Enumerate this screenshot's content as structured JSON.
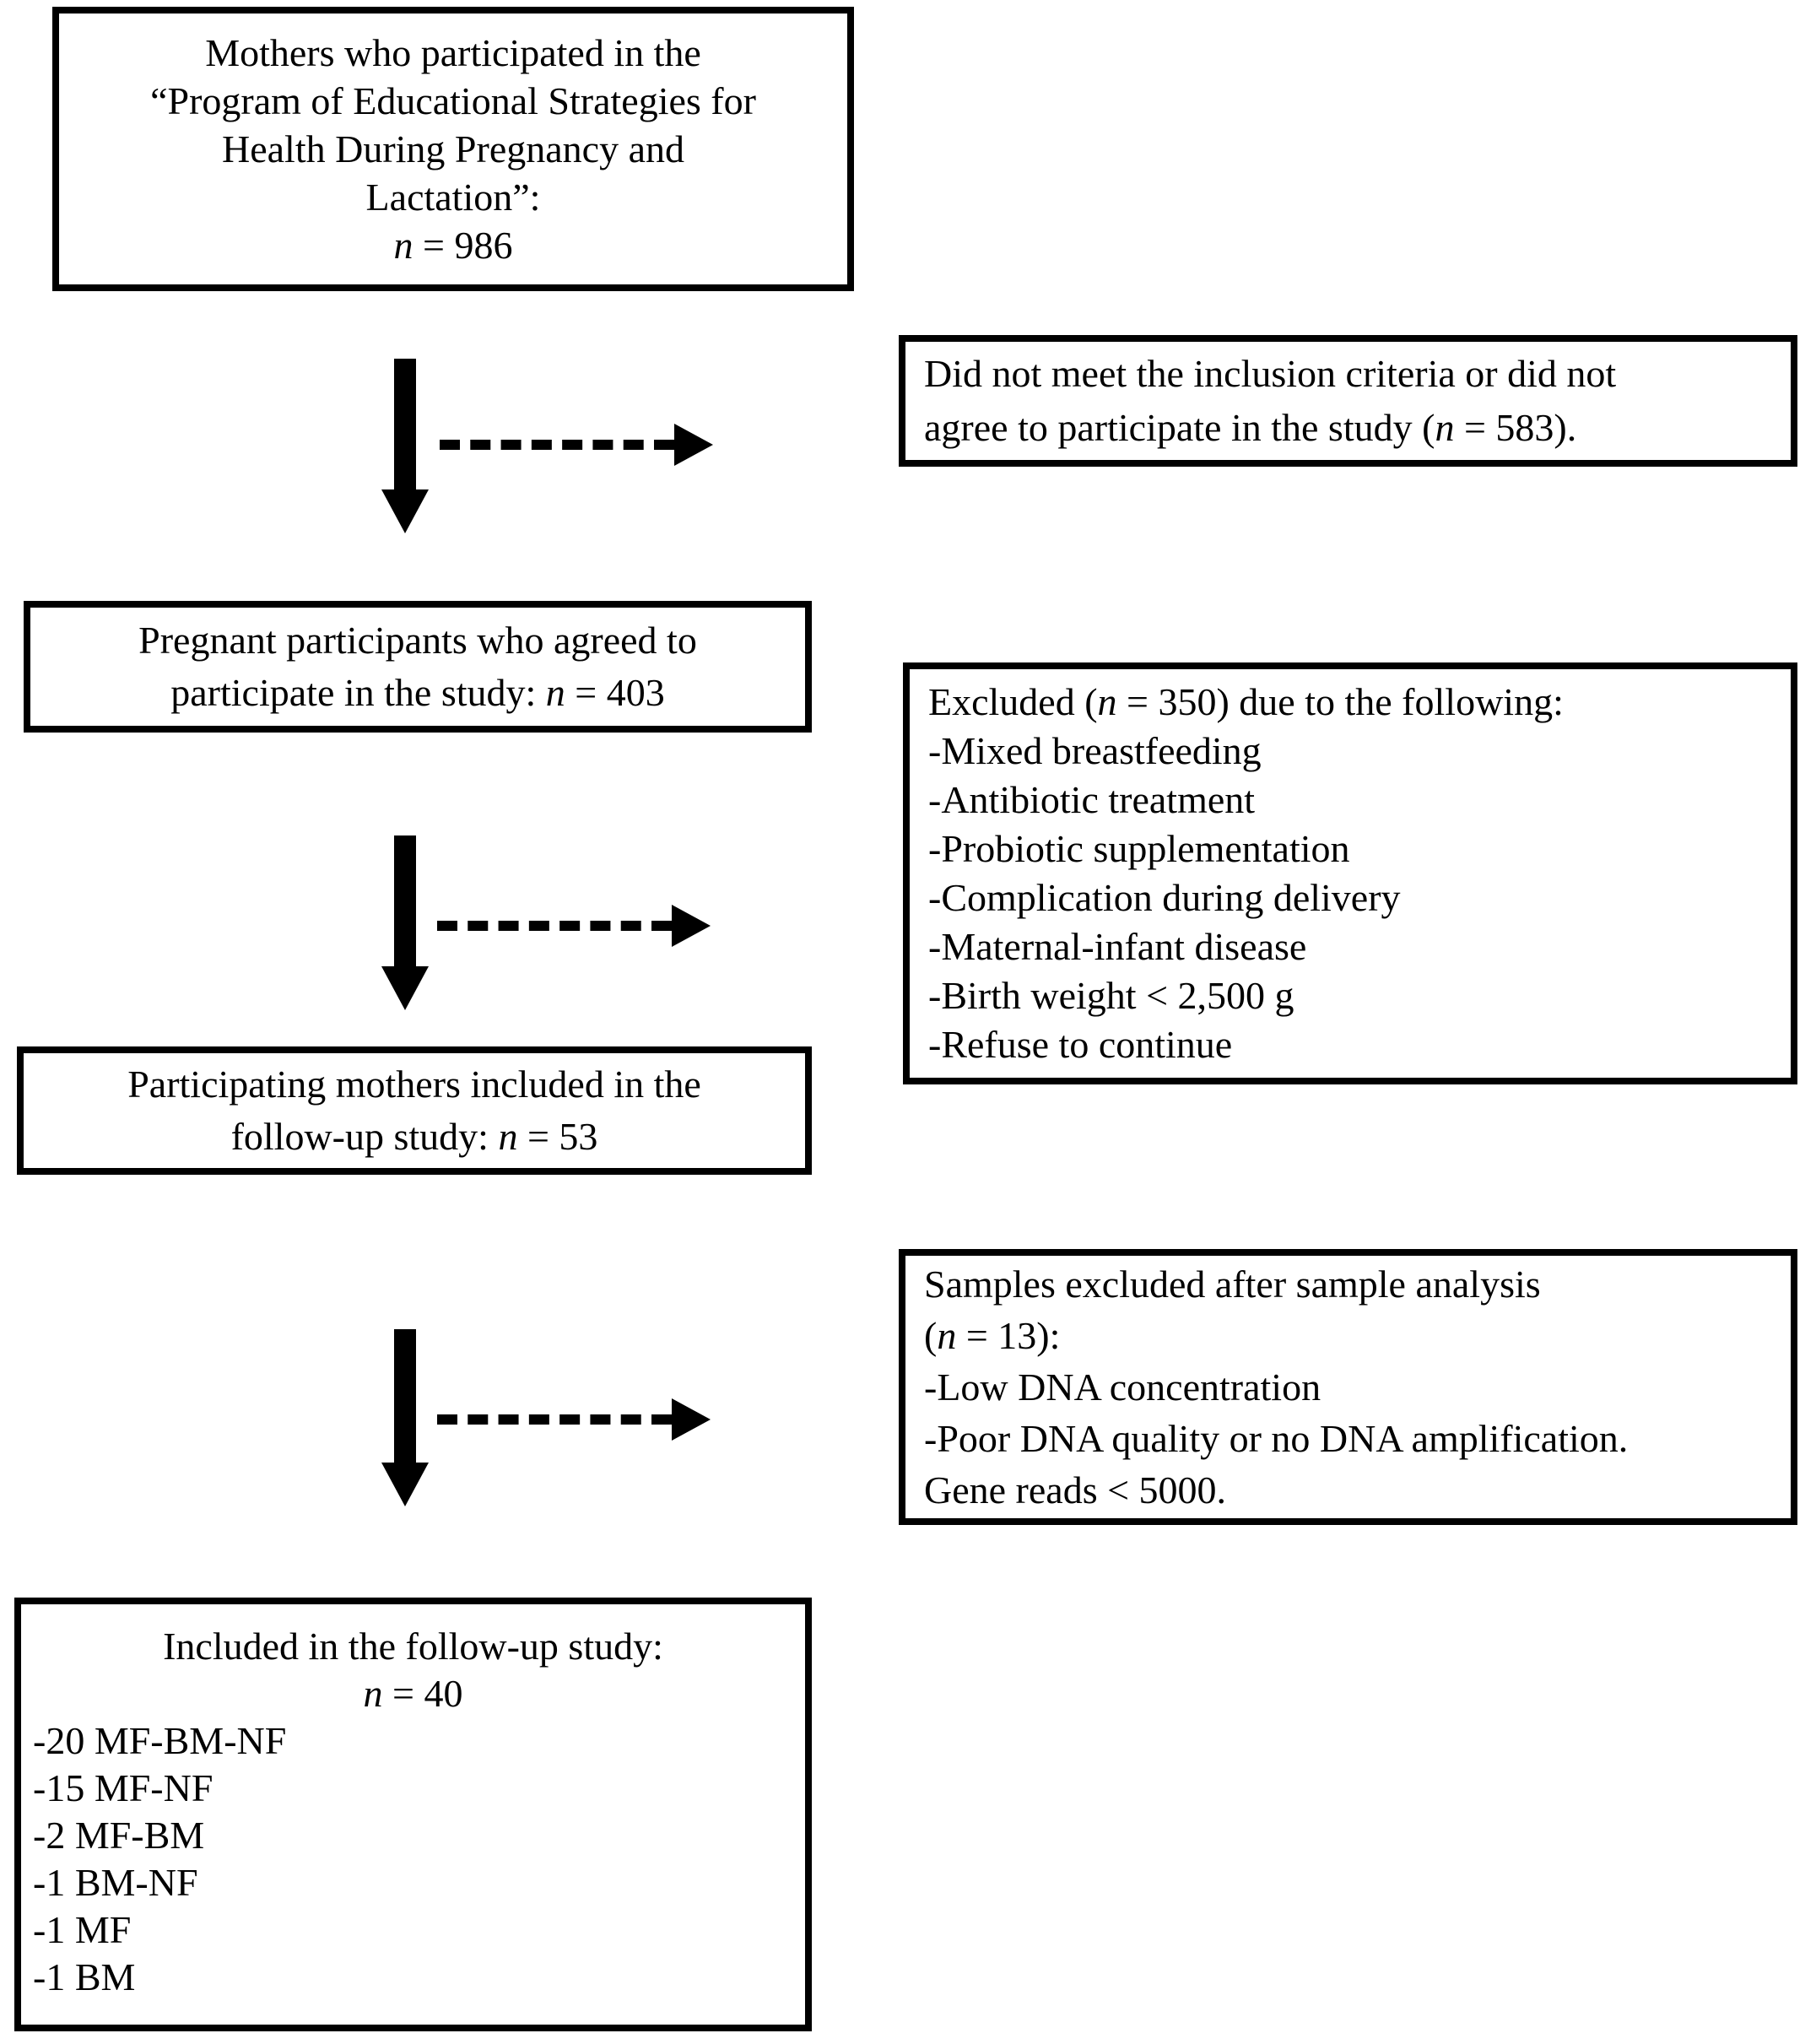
{
  "diagram": {
    "background_color": "#ffffff",
    "line_color": "#000000",
    "boxes": {
      "program": {
        "line1": "Mothers who participated in the",
        "line2": "“Program of Educational Strategies for",
        "line3": "Health During Pregnancy and",
        "line4": "Lactation”:",
        "n_italic": "n",
        "n_rest": " = 986"
      },
      "not_meet": {
        "line1": "Did not meet the inclusion criteria or did not",
        "line2_pre": "agree to participate in the study (",
        "n_italic": "n",
        "line2_post": " = 583)."
      },
      "agreed": {
        "line1": "Pregnant participants who agreed to",
        "line2_pre": "participate in the study: ",
        "n_italic": "n",
        "line2_post": " = 403"
      },
      "excluded": {
        "title_pre": "Excluded (",
        "n_italic": "n",
        "title_post": " = 350) due to the following:",
        "items": [
          "-Mixed breastfeeding",
          "-Antibiotic treatment",
          "-Probiotic supplementation",
          "-Complication during delivery",
          "-Maternal-infant disease",
          "-Birth weight < 2,500 g",
          "-Refuse to continue"
        ]
      },
      "followup53": {
        "line1": "Participating mothers included in the",
        "line2_pre": "follow-up study: ",
        "n_italic": "n",
        "line2_post": " = 53"
      },
      "samples_excluded": {
        "line1": "Samples excluded after sample analysis",
        "line2_pre": "(",
        "n_italic": "n",
        "line2_post": " = 13):",
        "items": [
          "-Low DNA concentration",
          "-Poor DNA quality or no DNA amplification.",
          "Gene reads < 5000."
        ]
      },
      "final": {
        "line1": "Included in the follow-up study:",
        "n_italic": "n",
        "n_rest": " = 40",
        "items": [
          "-20 MF-BM-NF",
          "-15 MF-NF",
          "-2 MF-BM",
          "-1 BM-NF",
          "-1 MF",
          "-1 BM"
        ]
      }
    }
  }
}
